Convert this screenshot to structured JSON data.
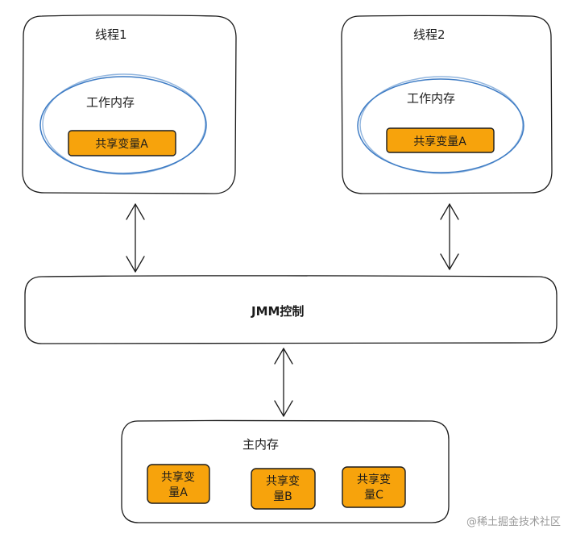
{
  "thread1": {
    "title": "线程1",
    "working_memory_label": "工作内存",
    "shared_var": "共享变量A"
  },
  "thread2": {
    "title": "线程2",
    "working_memory_label": "工作内存",
    "shared_var": "共享变量A"
  },
  "jmm": {
    "label": "JMM控制"
  },
  "main_memory": {
    "title": "主内存",
    "vars": [
      {
        "line1": "共享变",
        "line2": "量A"
      },
      {
        "line1": "共享变",
        "line2": "量B"
      },
      {
        "line1": "共享变",
        "line2": "量C"
      }
    ]
  },
  "watermark": "@稀土掘金技术社区",
  "colors": {
    "chip_fill": "#f7a30c",
    "ellipse_stroke": "#3d7bc4",
    "line": "#1b1b1b"
  }
}
